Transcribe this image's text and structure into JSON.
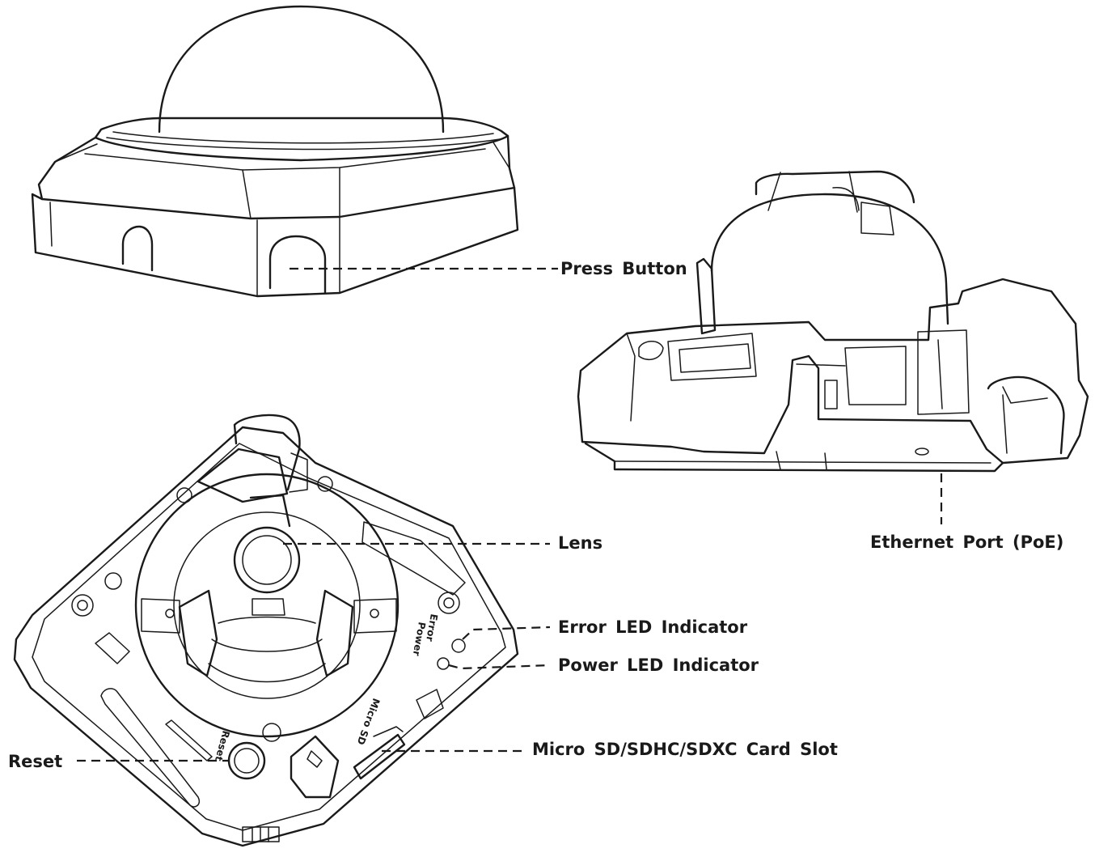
{
  "callouts": {
    "press_button": "Press  Button",
    "ethernet_port": "Ethernet  Port  (PoE)",
    "lens": "Lens",
    "error_led": "Error  LED  Indicator",
    "power_led": "Power  LED  Indicator",
    "reset": "Reset",
    "sd_slot": "Micro  SD/SDHC/SDXC  Card  Slot"
  },
  "board_labels": {
    "error": "Error",
    "power": "Power",
    "micro_sd": "Micro SD",
    "reset": "Reset"
  }
}
